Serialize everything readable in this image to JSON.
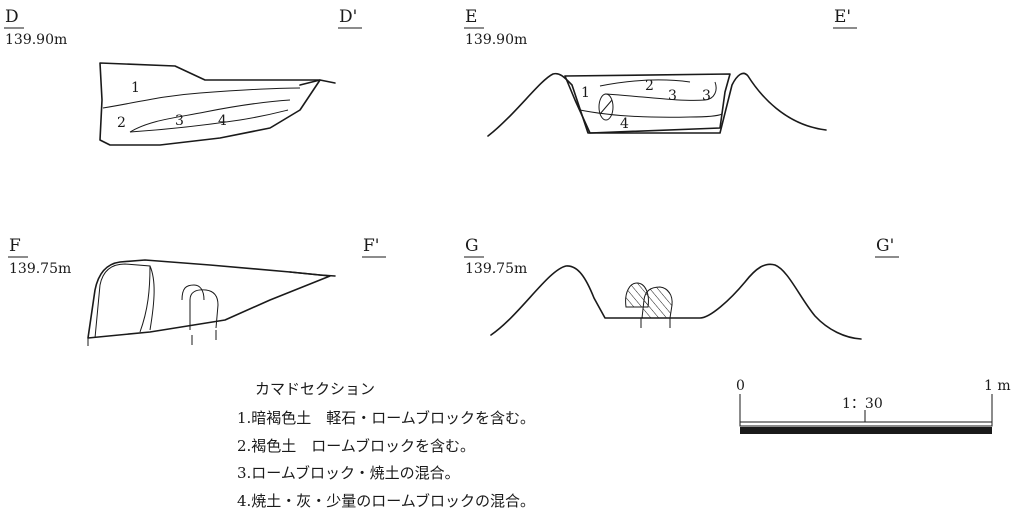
{
  "sections": {
    "D": {
      "start": "D",
      "end": "D'",
      "elevation": "139.90m",
      "layers": [
        "1",
        "2",
        "3",
        "4"
      ]
    },
    "E": {
      "start": "E",
      "end": "E'",
      "elevation": "139.90m",
      "layers": [
        "1",
        "2",
        "3",
        "3",
        "4"
      ]
    },
    "F": {
      "start": "F",
      "end": "F'",
      "elevation": "139.75m"
    },
    "G": {
      "start": "G",
      "end": "G'",
      "elevation": "139.75m"
    }
  },
  "legend": {
    "title": "カマドセクション",
    "items": [
      "1.暗褐色土　軽石・ロームブロックを含む。",
      "2.褐色土　ロームブロックを含む。",
      "3.ロームブロック・焼土の混合。",
      "4.焼土・灰・少量のロームブロックの混合。"
    ]
  },
  "scale": {
    "zero": "0",
    "end": "1 m",
    "ratio": "1：30"
  }
}
